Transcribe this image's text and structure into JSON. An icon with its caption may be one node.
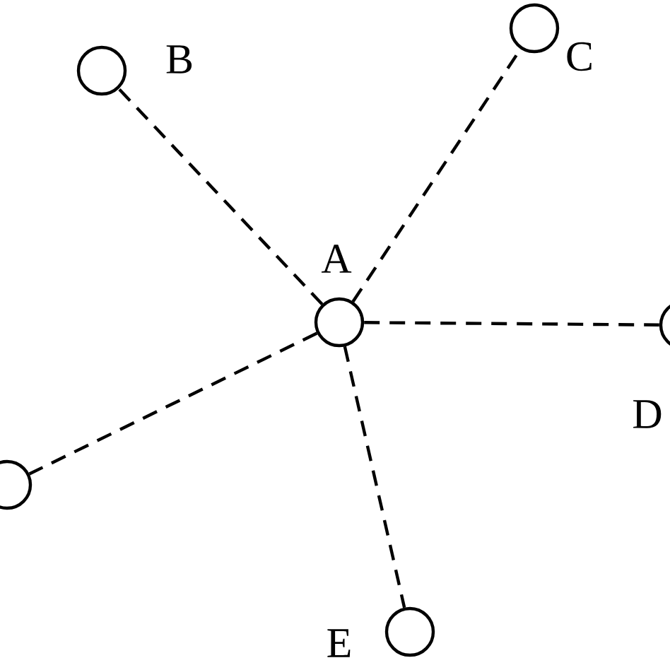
{
  "diagram": {
    "nodes": [
      {
        "text": [],
        "shape": "circle",
        "beside": [
          "A"
        ]
      },
      {
        "text": [],
        "shape": "circle",
        "beside": [
          "B"
        ]
      },
      {
        "text": [],
        "shape": "circle",
        "beside": [
          "C"
        ]
      },
      {
        "text": [],
        "shape": "circle",
        "beside": [
          "D"
        ]
      },
      {
        "text": [],
        "shape": "circle",
        "beside": [
          "E"
        ]
      },
      {
        "text": [],
        "shape": "circle"
      }
    ],
    "edges": [
      {
        "from": 0,
        "to": 1,
        "arrow": "none",
        "style": "dashed"
      },
      {
        "from": 0,
        "to": 2,
        "arrow": "none",
        "style": "dashed"
      },
      {
        "from": 0,
        "to": 3,
        "arrow": "none",
        "style": "dashed"
      },
      {
        "from": 0,
        "to": 4,
        "arrow": "none",
        "style": "dashed"
      },
      {
        "from": 0,
        "to": 5,
        "arrow": "none",
        "style": "dashed"
      }
    ]
  }
}
